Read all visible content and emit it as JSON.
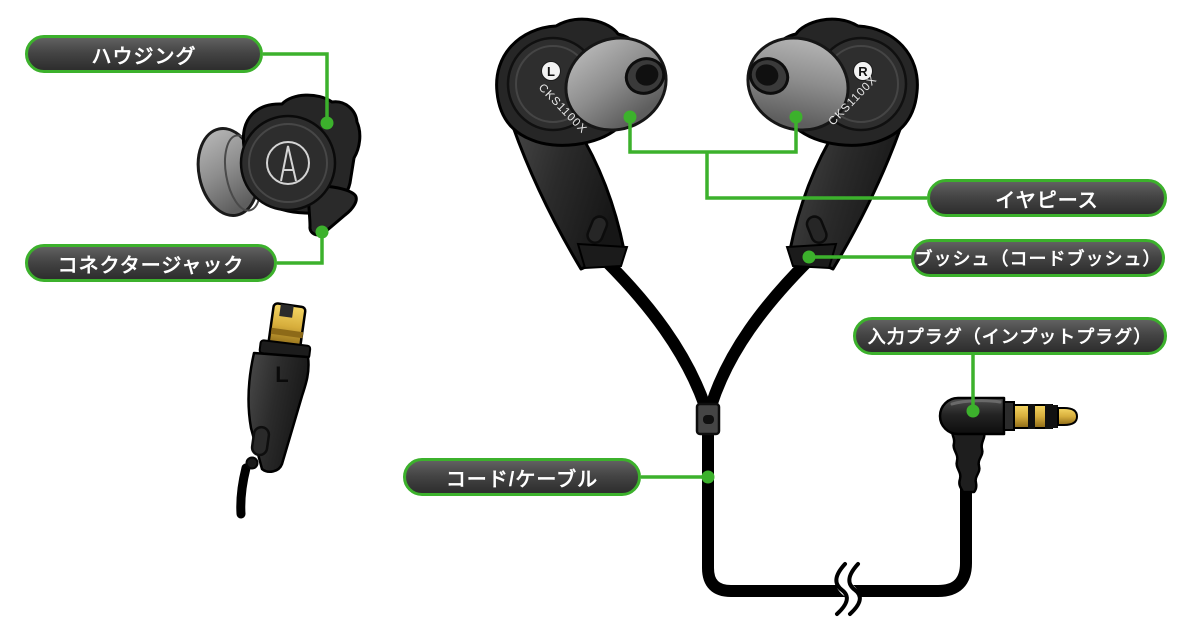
{
  "colors": {
    "accent_green": "#3cb12c",
    "label_fill_dark": "#3a3a3a",
    "label_text": "#ffffff",
    "plug_gold": "#d7ae3c",
    "eartip_gray": "#8f8f8f",
    "cable_black": "#000000"
  },
  "product": {
    "model": "CKS1100X",
    "left_channel_marker": "L",
    "right_channel_marker": "R"
  },
  "connector": {
    "channel_marker": "L"
  },
  "labels": {
    "housing": "ハウジング",
    "connector_jack": "コネクタージャック",
    "earpiece": "イヤピース",
    "bush": "ブッシュ（コードブッシュ）",
    "input_plug": "入力プラグ（インプットプラグ）",
    "cord": "コード/ケーブル"
  }
}
